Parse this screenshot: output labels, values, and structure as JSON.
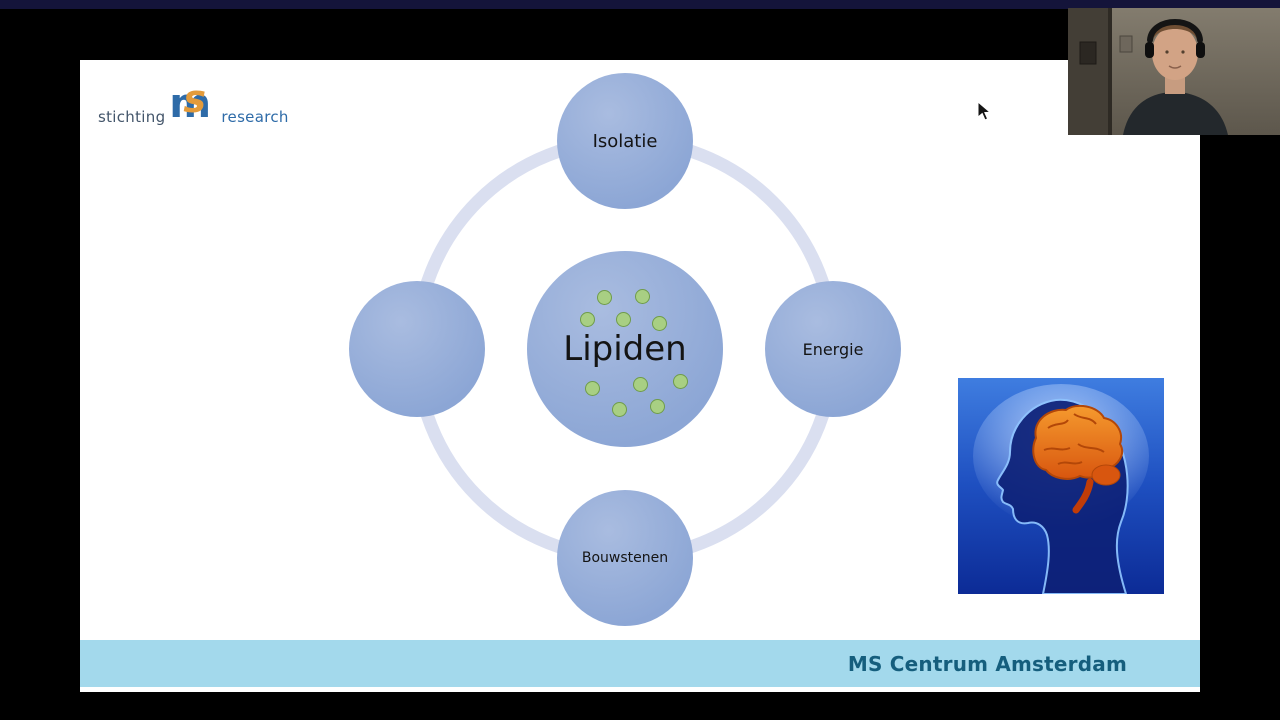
{
  "slide": {
    "logo": {
      "prefix": "stichting",
      "monogram_m": "m",
      "monogram_s": "s",
      "suffix": "research"
    },
    "diagram": {
      "center_label": "Lipiden",
      "dot_count": 10,
      "satellites": [
        {
          "position": "top",
          "label": "Isolatie"
        },
        {
          "position": "right",
          "label": "Energie"
        },
        {
          "position": "bottom",
          "label": "Bouwstenen"
        },
        {
          "position": "left",
          "label": ""
        }
      ]
    },
    "footer": {
      "text": "MS Centrum Amsterdam"
    }
  },
  "colors": {
    "page-bg": "#000000",
    "slide-bg": "#ffffff",
    "circle-fill": "#8ca6d5",
    "circle-fill-light": "#a9bce0",
    "ring": "#dadff0",
    "dot": "#a8cf83",
    "dot-border": "#6f9c49",
    "footer-bg": "#a3d9ec",
    "footer-text": "#155e7d",
    "logo-blue": "#2e6ba8",
    "logo-orange": "#e39b3b"
  }
}
